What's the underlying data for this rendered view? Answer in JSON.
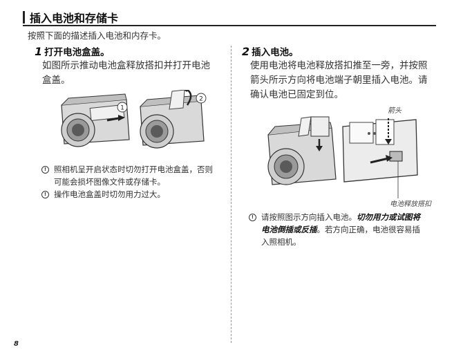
{
  "section": {
    "title": "插入电池和存储卡",
    "intro": "按照下面的描述插入电池和内存卡。"
  },
  "step1": {
    "number": "1",
    "heading": "打开电池盒盖。",
    "body_line1": "如图所示推动电池盒释放搭扣并打开电池",
    "body_line2": "盒盖。",
    "markers": [
      "①",
      "②"
    ],
    "notes": [
      {
        "line1": "照相机呈开启状态时切勿打开电池盒盖，否则",
        "line2": "可能会损坏图像文件或存储卡。"
      },
      {
        "line1": "操作电池盒盖时切勿用力过大。",
        "line2": ""
      }
    ]
  },
  "step2": {
    "number": "2",
    "heading": "插入电池。",
    "body_line1": "使用电池将电池释放搭扣推至一旁，并按照",
    "body_line2": "箭头所示方向将电池端子朝里插入电池。请",
    "body_line3": "确认电池已固定到位。",
    "callout_arrow": "箭头",
    "callout_latch": "电池释放搭扣",
    "note_prefix": "请按照图示方向插入电池。",
    "note_emphasis_1": "切勿用力或试图将",
    "note_emphasis_2": "电池倒插或反插",
    "note_suffix_1": "。若方向正确，电池很容易插",
    "note_suffix_2": "入照相机。"
  },
  "page_number": "8",
  "icons": [
    "note-icon",
    "note-icon",
    "note-icon"
  ]
}
